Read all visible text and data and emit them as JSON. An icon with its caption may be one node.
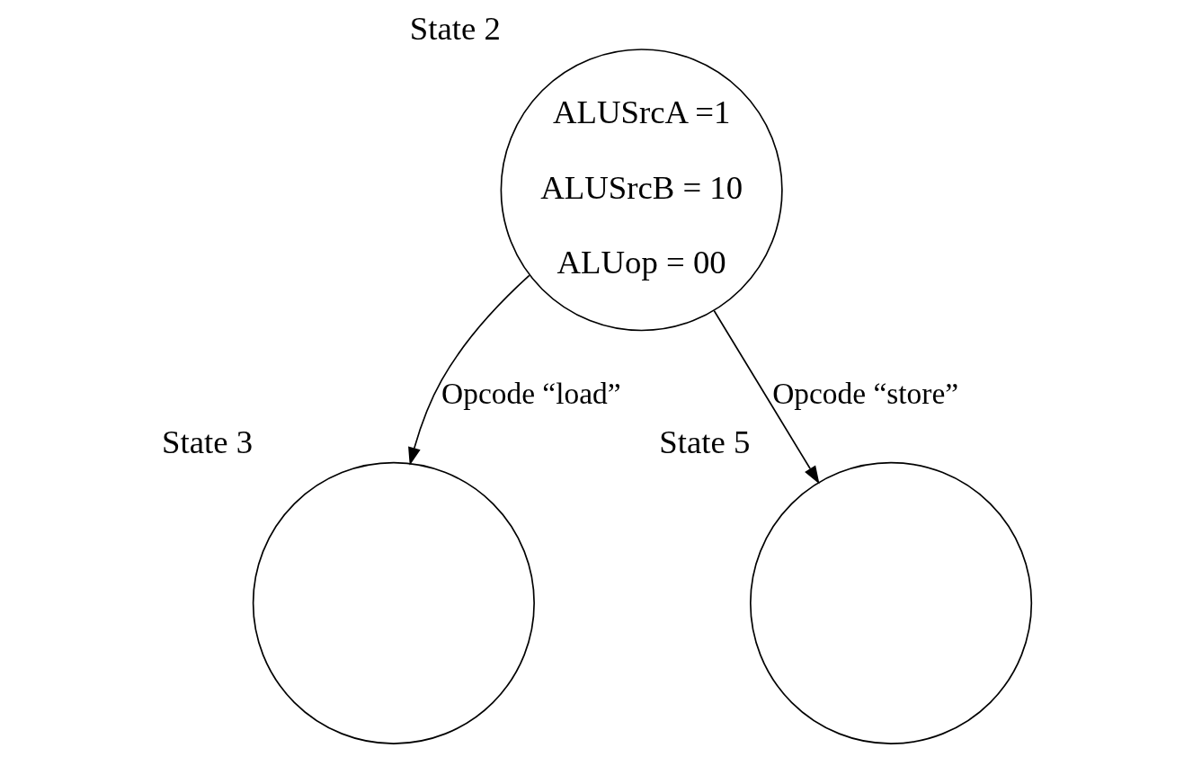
{
  "diagram": {
    "nodes": [
      {
        "text": [
          "ALUSrcA =1",
          "ALUSrcB = 10",
          "ALUop = 00"
        ],
        "beside": [
          "State 2"
        ]
      },
      {
        "text": [],
        "shape": "circle",
        "beside": [
          "State 3"
        ]
      },
      {
        "text": [],
        "shape": "circle",
        "beside": [
          "State 5"
        ]
      }
    ],
    "edges": [
      {
        "from": 0,
        "to": 1,
        "arrow": "to",
        "label": "Opcode “load”"
      },
      {
        "from": 0,
        "to": 2,
        "arrow": "to",
        "label": "Opcode “store”"
      }
    ]
  }
}
